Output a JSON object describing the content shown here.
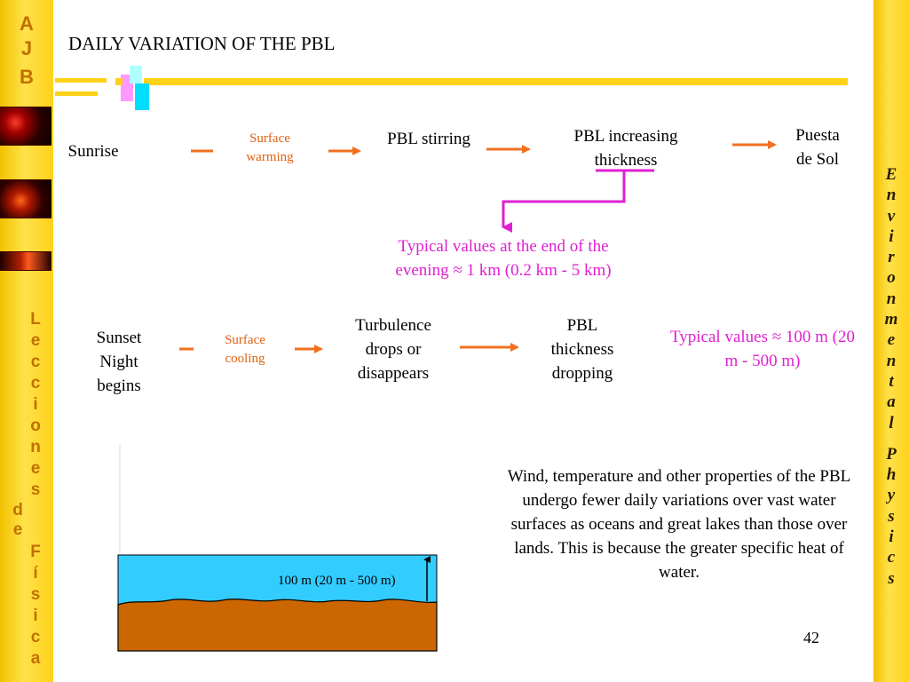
{
  "title": "DAILY VARIATION OF THE PBL",
  "left_bar": {
    "initials": [
      "A",
      "J",
      "B"
    ],
    "series_title_letters": [
      "L",
      "e",
      "c",
      "c",
      "i",
      "o",
      "n",
      "e",
      "s"
    ],
    "de": "d\ne",
    "fisica_letters": [
      "F",
      "í",
      "s",
      "i",
      "c",
      "a"
    ]
  },
  "right_bar": {
    "letters": [
      "E",
      "n",
      "v",
      "i",
      "r",
      "o",
      "n",
      "m",
      "e",
      "n",
      "t",
      "a",
      "l",
      "",
      "P",
      "h",
      "y",
      "s",
      "i",
      "c",
      "s"
    ]
  },
  "day_sequence": {
    "sunrise": "Sunrise",
    "surface_warming": "Surface\nwarming",
    "pbl_stirring": "PBL stirring",
    "pbl_increasing": "PBL increasing\nthickness",
    "puesta": "Puesta\nde Sol",
    "typical_day": "Typical values at the end of the evening ≈ 1 km (0.2 km - 5 km)"
  },
  "night_sequence": {
    "sunset": "Sunset\nNight\nbegins",
    "surface_cooling": "Surface\ncooling",
    "turbulence": "Turbulence\ndrops or\ndisappears",
    "pbl_dropping": "PBL\nthickness\ndropping",
    "typical_night": "Typical values ≈ 100 m (20 m - 500 m)"
  },
  "ocean_figure": {
    "height_label": "100 m (20 m - 500 m)",
    "water_color": "#33ccff",
    "land_color": "#cc6600"
  },
  "paragraph": "Wind, temperature and other properties of the PBL undergo fewer daily variations over vast water surfaces as oceans and great lakes than those over lands. This is because the greater specific heat of water.",
  "page_number": "42",
  "colors": {
    "arrow": "#f07020",
    "magenta": "#e020d0",
    "sidebar": "#ffd21a"
  }
}
